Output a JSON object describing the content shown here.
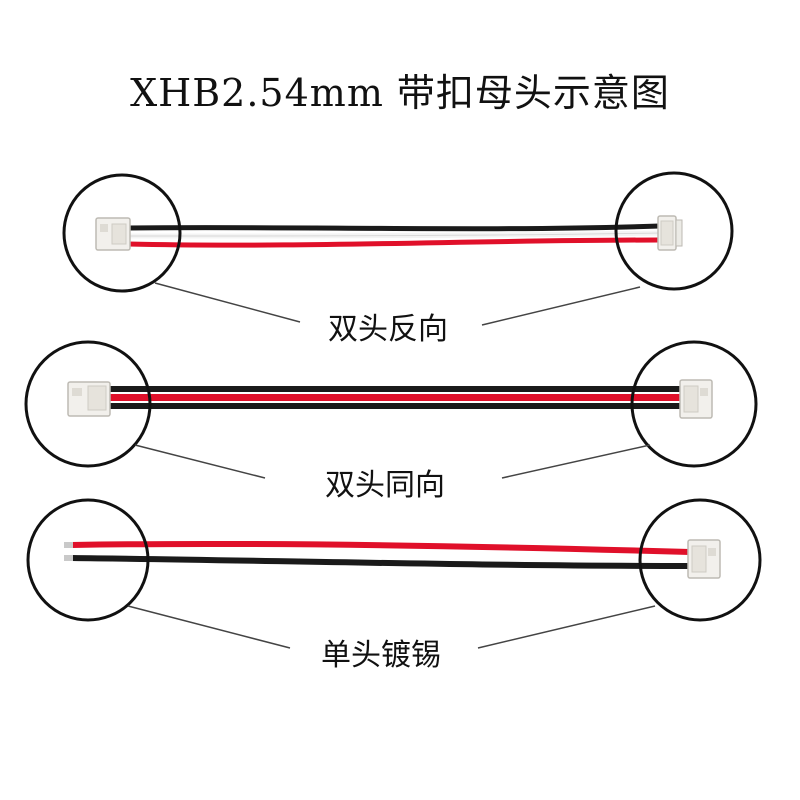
{
  "title": "XHB2.54mm 带扣母头示意图",
  "variants": [
    {
      "label": "双头反向"
    },
    {
      "label": "双头同向"
    },
    {
      "label": "单头镀锡"
    }
  ],
  "colors": {
    "wire_red": "#e0102a",
    "wire_black": "#1a1a1a",
    "wire_white": "#f4f4f4",
    "connector": "#f2f0ec",
    "circle_stroke": "#111111",
    "pointer_line": "#444444"
  }
}
